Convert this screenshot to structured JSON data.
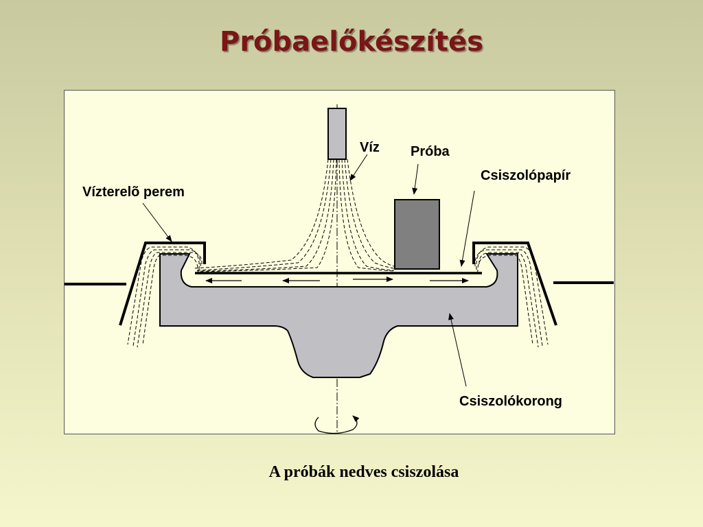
{
  "slide": {
    "title": "Próbaelőkészítés",
    "caption": "A próbák nedves csiszolása"
  },
  "diagram": {
    "labels": {
      "water": "Víz",
      "specimen": "Próba",
      "abrasive_paper": "Csiszolópapír",
      "water_rim": "Vízterelõ perem",
      "grinding_disc": "Csiszolókorong"
    },
    "colors": {
      "title": "#7a1616",
      "panel_background": "#fdfddf",
      "disc_fill": "#c0c0c4",
      "specimen_fill": "#808080"
    }
  }
}
